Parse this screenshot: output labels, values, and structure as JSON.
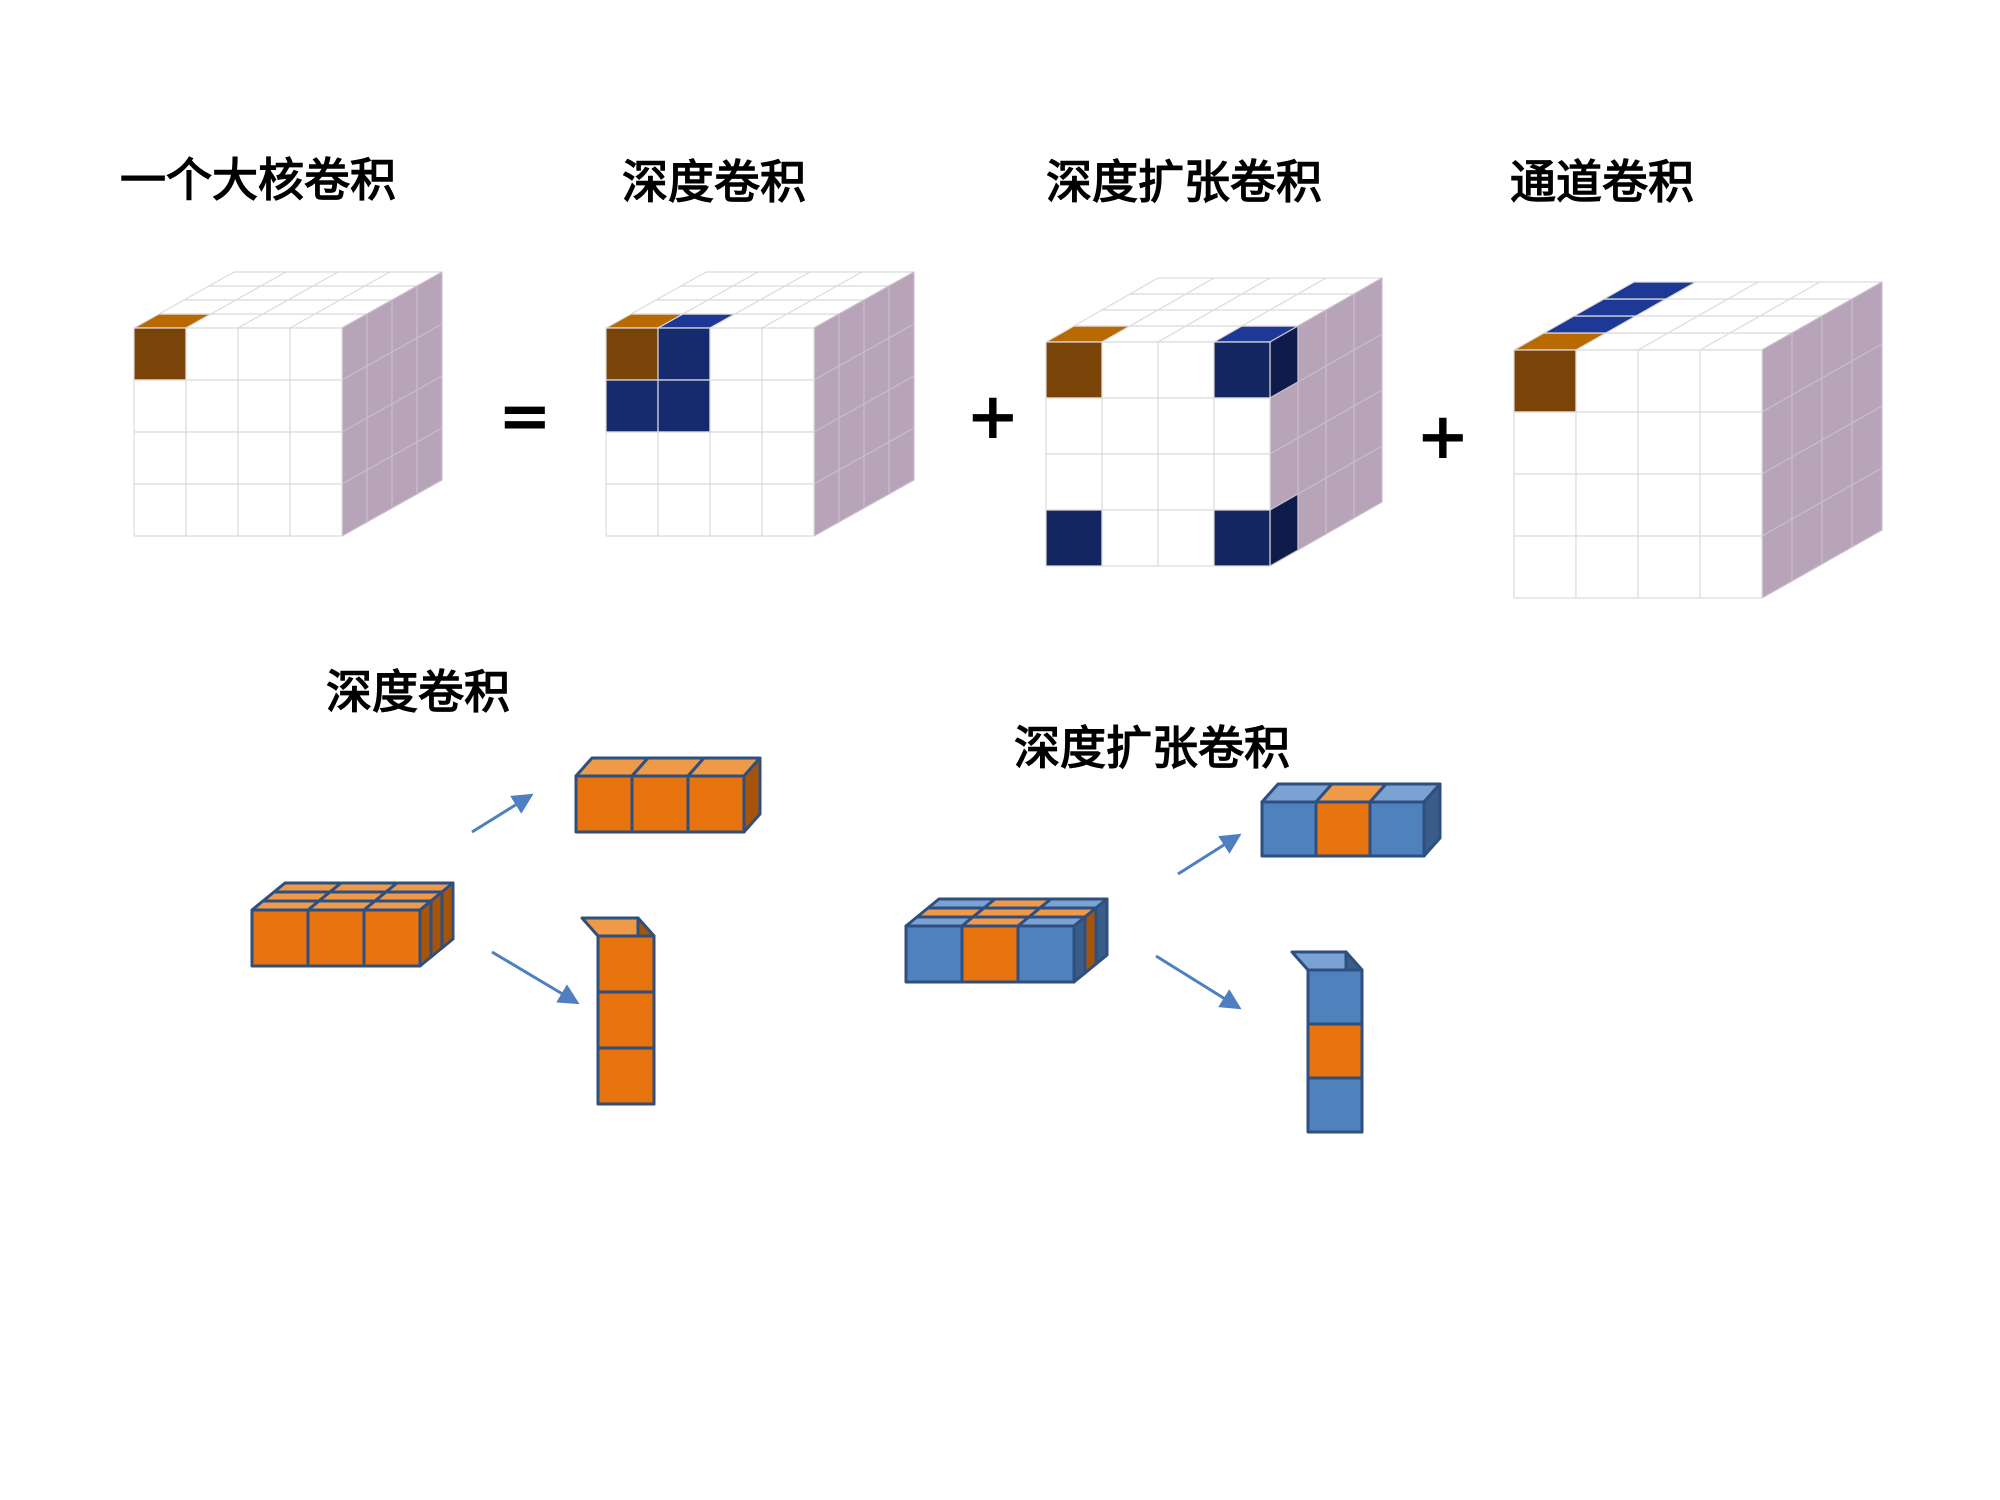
{
  "titles": {
    "large_kernel": "一个大核卷积",
    "depth_conv": "深度卷积",
    "dilated_conv": "深度扩张卷积",
    "channel_conv": "通道卷积",
    "bottom_depth_conv": "深度卷积",
    "bottom_dilated_conv": "深度扩张卷积"
  },
  "operators": {
    "equals": "=",
    "plus1": "+",
    "plus2": "+"
  },
  "colors": {
    "highlight_brown": "#a86000",
    "highlight_navy": "#1a2b7a",
    "cube_side": "#b7a4b9",
    "orange": "#e8740f",
    "orange_top": "#ee9a48",
    "blue": "#4f81bd",
    "blue_top": "#7aa3d4",
    "outline": "#2f4f7f",
    "arrow": "#4f7fc0"
  }
}
